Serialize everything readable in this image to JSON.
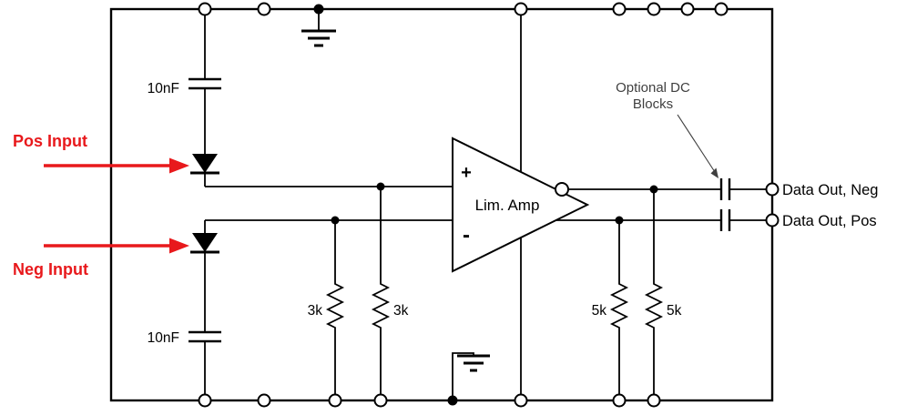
{
  "schematic": {
    "amplifier": {
      "name": "Lim. Amp",
      "plus": "+",
      "minus": "-"
    },
    "input_labels": {
      "pos": "Pos Input",
      "neg": "Neg Input"
    },
    "output_labels": {
      "neg": "Data Out, Neg",
      "pos": "Data Out, Pos"
    },
    "capacitors": {
      "top": "10nF",
      "bottom": "10nF"
    },
    "resistors": {
      "left_a": "3k",
      "left_b": "3k",
      "right_a": "5k",
      "right_b": "5k"
    },
    "annotation": {
      "line1": "Optional DC",
      "line2": "Blocks"
    }
  },
  "colors": {
    "wire": "#000000",
    "input_accent": "#e8191c",
    "annotation": "#3f3f3f",
    "background": "#ffffff"
  }
}
